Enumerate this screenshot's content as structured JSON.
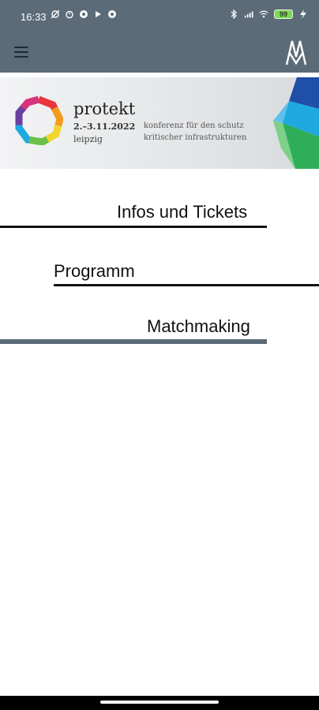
{
  "status_bar": {
    "time": "16:33",
    "battery": "99"
  },
  "app_bar": {
    "menu_icon": "hamburger-menu-icon",
    "logo_icon": "leipzig-messe-logo-icon"
  },
  "banner": {
    "title": "protekt",
    "dates": "2.–3.11.2022",
    "city": "leipzig",
    "tagline_line1": "konferenz für den schutz",
    "tagline_line2": "kritischer infrastrukturen"
  },
  "menu": {
    "items": [
      {
        "label": "Infos und Tickets"
      },
      {
        "label": "Programm"
      },
      {
        "label": "Matchmaking"
      }
    ]
  },
  "colors": {
    "header": "#5b6b78",
    "underline_dark": "#111111",
    "underline_slate": "#5b6b78"
  }
}
